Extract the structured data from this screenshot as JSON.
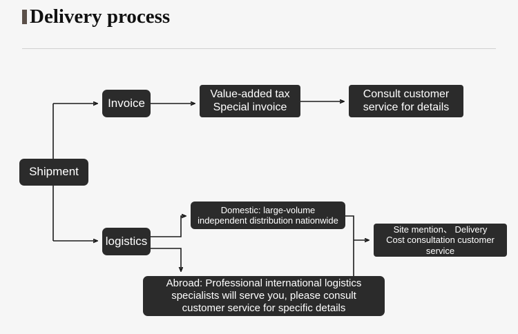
{
  "header": {
    "title": "Delivery process",
    "marker_color": "#5b5049",
    "rule_color": "#cfcfcf"
  },
  "theme": {
    "page_background": "#f6f6f6",
    "node_background": "#2b2b2b",
    "node_text_color": "#ffffff",
    "connector_color": "#1a1a1a"
  },
  "diagram": {
    "type": "flowchart",
    "nodes": [
      {
        "id": "shipment",
        "label": "Shipment"
      },
      {
        "id": "invoice",
        "label": "Invoice"
      },
      {
        "id": "vat",
        "label": "Value-added tax\nSpecial invoice"
      },
      {
        "id": "consult",
        "label": "Consult customer\nservice for details"
      },
      {
        "id": "logistics",
        "label": "logistics"
      },
      {
        "id": "domestic",
        "label": "Domestic: large-volume\nindependent distribution nationwide"
      },
      {
        "id": "site",
        "label": "Site mention、 Delivery\nCost consultation customer service"
      },
      {
        "id": "abroad",
        "label": "Abroad: Professional international logistics\nspecialists will serve you, please consult\ncustomer service for specific details"
      }
    ],
    "edges": [
      {
        "from": "shipment",
        "to": "invoice"
      },
      {
        "from": "invoice",
        "to": "vat"
      },
      {
        "from": "vat",
        "to": "consult"
      },
      {
        "from": "shipment",
        "to": "logistics"
      },
      {
        "from": "logistics",
        "to": "domestic"
      },
      {
        "from": "logistics",
        "to": "abroad"
      },
      {
        "from": "domestic",
        "to": "site"
      },
      {
        "from": "abroad",
        "to": "site"
      }
    ]
  }
}
